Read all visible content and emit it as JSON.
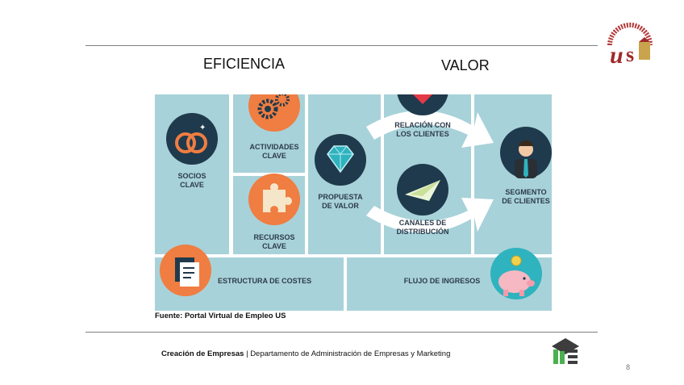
{
  "headings": {
    "left": "EFICIENCIA",
    "right": "VALOR"
  },
  "canvas": {
    "socios": [
      "SOCIOS",
      "CLAVE"
    ],
    "actividades": [
      "ACTIVIDADES",
      "CLAVE"
    ],
    "recursos": [
      "RECURSOS",
      "CLAVE"
    ],
    "propuesta": [
      "PROPUESTA",
      "DE VALOR"
    ],
    "relacion": [
      "RELACIÓN CON",
      "LOS CLIENTES"
    ],
    "canales": [
      "CANALES DE",
      "DISTRIBUCIÓN"
    ],
    "segmento": [
      "SEGMENTO",
      "DE CLIENTES"
    ],
    "costes": "ESTRUCTURA DE COSTES",
    "ingresos": "FLUJO DE INGRESOS"
  },
  "source": "Fuente: Portal Virtual de Empleo US",
  "footer": {
    "course": "Creación de Empresas",
    "separator": " | ",
    "department": "Departamento de Administración de Empresas y Marketing"
  },
  "page_number": "8",
  "colors": {
    "panel": "#a8d2d9",
    "navy": "#1f3a4d",
    "orange": "#f07d41",
    "teal": "#2fb3bf"
  },
  "icons": [
    "rings-icon",
    "gears-icon",
    "puzzle-icon",
    "diamond-icon",
    "heart-icon",
    "paper-plane-icon",
    "person-icon",
    "document-icon",
    "piggy-bank-icon"
  ]
}
